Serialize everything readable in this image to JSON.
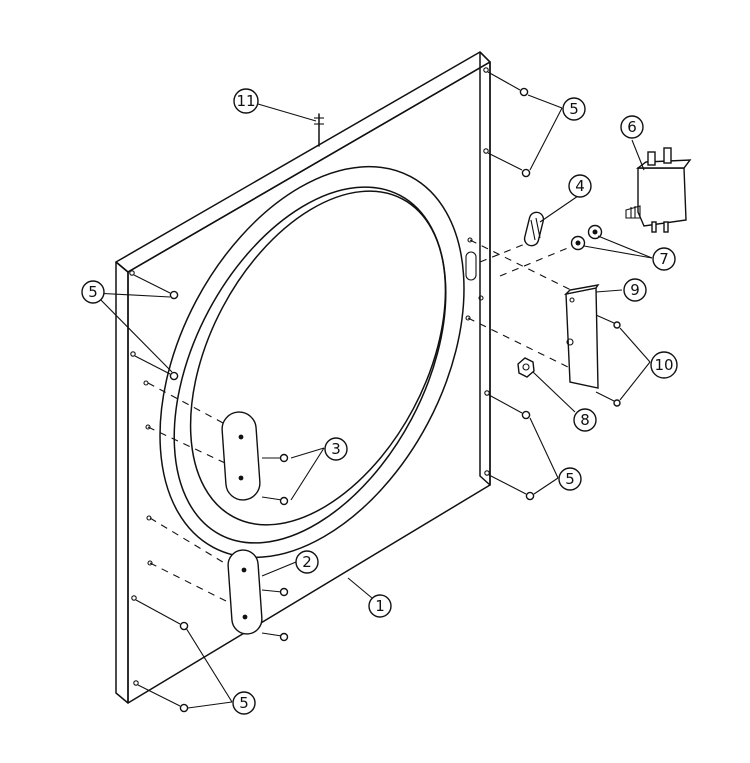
{
  "callouts": [
    {
      "id": "1",
      "label": "1"
    },
    {
      "id": "2",
      "label": "2"
    },
    {
      "id": "3",
      "label": "3"
    },
    {
      "id": "4",
      "label": "4"
    },
    {
      "id": "5a",
      "label": "5"
    },
    {
      "id": "5b",
      "label": "5"
    },
    {
      "id": "5c",
      "label": "5"
    },
    {
      "id": "5d",
      "label": "5"
    },
    {
      "id": "6",
      "label": "6"
    },
    {
      "id": "7",
      "label": "7"
    },
    {
      "id": "8",
      "label": "8"
    },
    {
      "id": "9",
      "label": "9"
    },
    {
      "id": "10",
      "label": "10"
    },
    {
      "id": "11",
      "label": "11"
    }
  ],
  "colors": {
    "ink": "#111111",
    "paper": "#ffffff"
  }
}
